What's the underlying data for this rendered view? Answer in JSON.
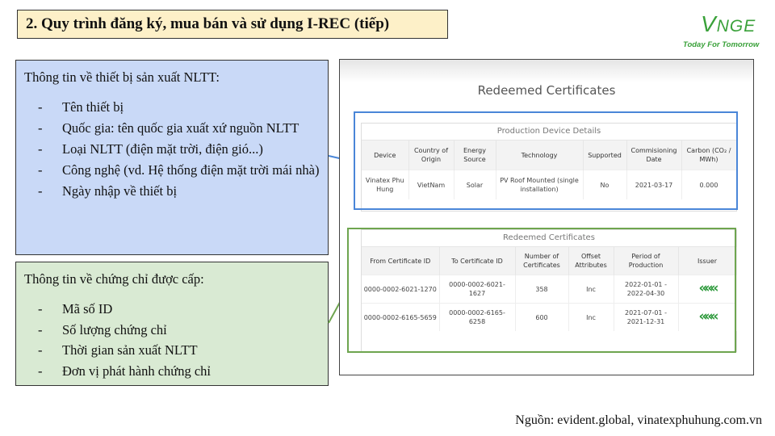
{
  "title": "2. Quy trình đăng ký, mua bán và sử dụng I-REC (tiếp)",
  "logo": {
    "text_big": "V",
    "text_rest": "NGE",
    "tagline": "Today For Tomorrow"
  },
  "device_box": {
    "heading": "Thông tin về thiết bị sản xuất NLTT:",
    "items": [
      "Tên thiết bị",
      "Quốc gia: tên quốc gia xuất xứ nguồn NLTT",
      "Loại NLTT (điện mặt trời, điện gió...)",
      "Công nghệ (vd. Hệ thống điện mặt trời mái nhà)",
      "Ngày nhập về thiết bị"
    ]
  },
  "cert_box": {
    "heading": "Thông tin về chứng chỉ được cấp:",
    "items": [
      "Mã số ID",
      "Số lượng chứng chỉ",
      "Thời gian sản xuất NLTT",
      "Đơn vị phát hành chứng chỉ"
    ]
  },
  "screenshot": {
    "title": "Redeemed Certificates",
    "device_table": {
      "title": "Production Device Details",
      "headers": [
        "Device",
        "Country of Origin",
        "Energy Source",
        "Technology",
        "Supported",
        "Commisioning Date",
        "Carbon (CO₂ / MWh)"
      ],
      "row": [
        "Vinatex Phu Hung",
        "VietNam",
        "Solar",
        "PV Roof Mounted (single installation)",
        "No",
        "2021-03-17",
        "0.000"
      ]
    },
    "cert_table": {
      "title": "Redeemed Certificates",
      "headers": [
        "From Certificate ID",
        "To Certificate ID",
        "Number of Certificates",
        "Offset Attributes",
        "Period of Production",
        "Issuer"
      ],
      "rows": [
        [
          "0000-0002-6021-1270",
          "0000-0002-6021-1627",
          "358",
          "Inc",
          "2022-01-01 - 2022-04-30",
          "«««"
        ],
        [
          "0000-0002-6165-5659",
          "0000-0002-6165-6258",
          "600",
          "Inc",
          "2021-07-01 - 2021-12-31",
          "«««"
        ]
      ]
    }
  },
  "source": "Nguồn: evident.global, vinatexphuhung.com.vn",
  "colors": {
    "title_bg": "#fdf0c8",
    "blue_box": "#c9d9f7",
    "green_box": "#d9ead3",
    "blue_outline": "#4a86d8",
    "green_outline": "#6ea54f",
    "logo_green": "#3aa13a"
  }
}
